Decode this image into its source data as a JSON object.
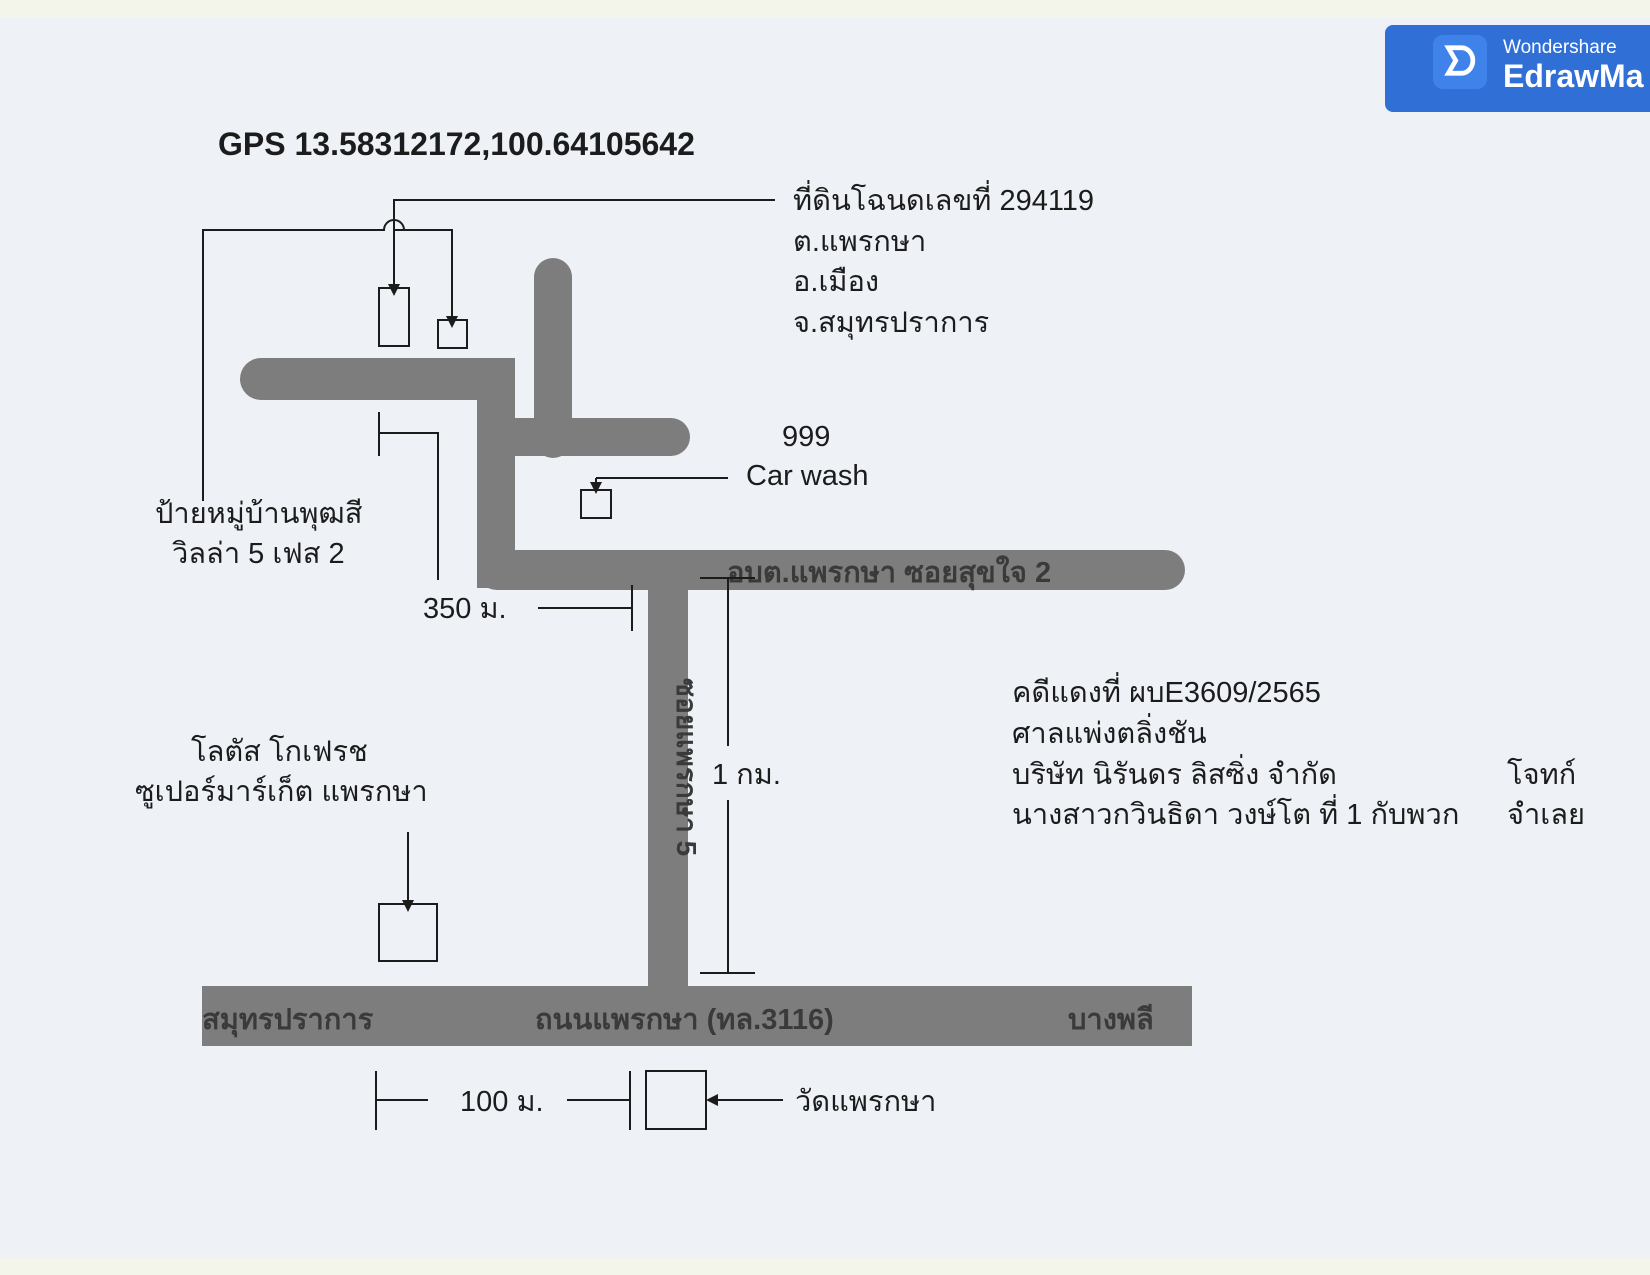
{
  "badge": {
    "logo_glyph": "ᗤ",
    "line1": "Wondershare",
    "line2": "EdrawMa",
    "color": "#2f6fd6"
  },
  "gps": "GPS 13.58312172,100.64105642",
  "deed": {
    "line1": "ที่ดินโฉนดเลขที่ 294119",
    "line2": "ต.แพรกษา",
    "line3": "อ.เมือง",
    "line4": "จ.สมุทรปราการ"
  },
  "carwash": {
    "line1": "999",
    "line2": "Car wash"
  },
  "village_sign": {
    "line1": "ป้ายหมู่บ้านพุฒสี",
    "line2": "วิลล่า 5 เฟส 2"
  },
  "distance_350": "350 ม.",
  "distance_1km": "1 กม.",
  "distance_100": "100 ม.",
  "lotus": {
    "line1": "โลตัส โกเฟรช",
    "line2": "ซูเปอร์มาร์เก็ต แพรกษา"
  },
  "temple": "วัดแพรกษา",
  "roads": {
    "soi_sukjai": "อบต.แพรกษา ซอยสุขใจ 2",
    "soi_praeksa5": "ซอยแพรกษา 5",
    "main_left": "สมุทรปราการ",
    "main_center": "ถนนแพรกษา (ทล.3116)",
    "main_right": "บางพลี",
    "road_color": "#7d7d7d",
    "road_text_color": "#3a3a3a"
  },
  "case": {
    "line1": "คดีแดงที่ ผบE3609/2565",
    "line2": "ศาลแพ่งตลิ่งชัน",
    "line3": "บริษัท นิรันดร ลิสซิ่ง จำกัด",
    "role1": "โจทก์",
    "line4": "นางสาวกวินธิดา วงษ์โต ที่ 1 กับพวก",
    "role2": "จำเลย"
  }
}
